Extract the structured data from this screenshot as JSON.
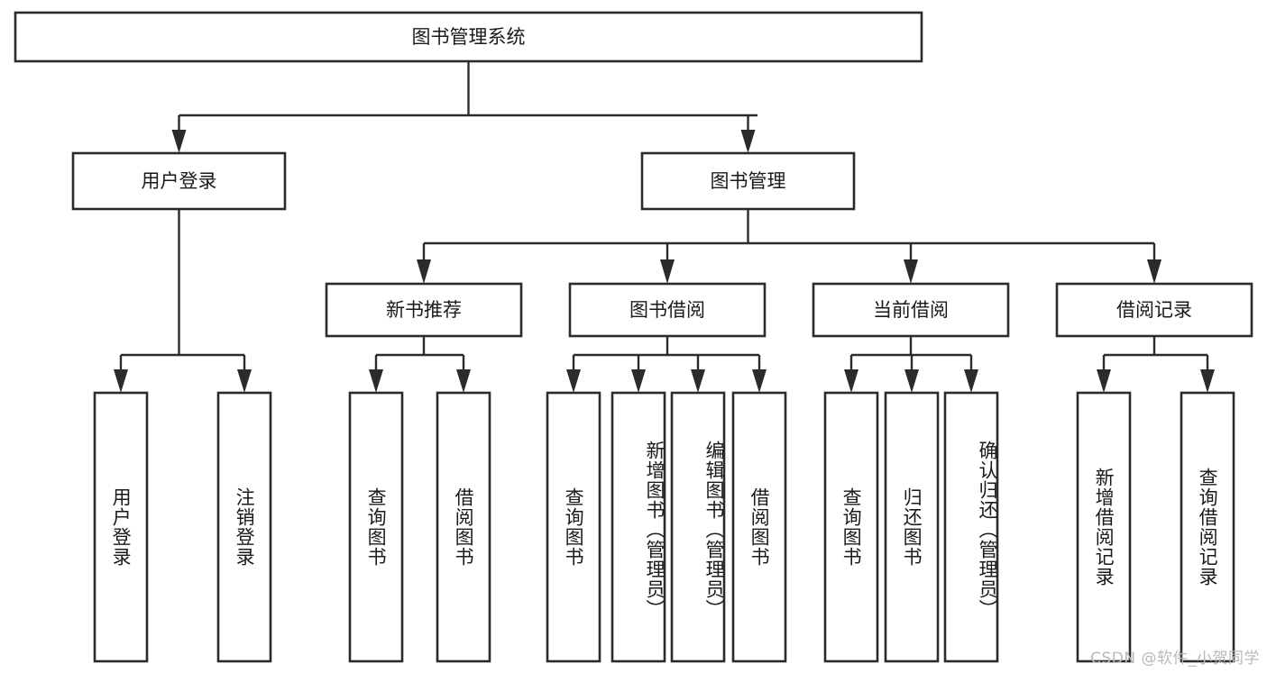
{
  "diagram": {
    "title": "图书管理系统",
    "type": "tree-hierarchy-diagram",
    "colors": {
      "box_stroke": "#2b2b2b",
      "box_fill": "#ffffff",
      "text": "#1a1a1a",
      "background": "#ffffff",
      "watermark": "#b9b9b9"
    },
    "root": {
      "label": "图书管理系统"
    },
    "level2": [
      {
        "label": "用户登录"
      },
      {
        "label": "图书管理"
      }
    ],
    "level3": [
      {
        "label": "新书推荐"
      },
      {
        "label": "图书借阅"
      },
      {
        "label": "当前借阅"
      },
      {
        "label": "借阅记录"
      }
    ],
    "leaves": {
      "user_login": [
        {
          "label": "用户登录"
        },
        {
          "label": "注销登录"
        }
      ],
      "new_book": [
        {
          "label": "查询图书"
        },
        {
          "label": "借阅图书"
        }
      ],
      "book_borrow": [
        {
          "label": "查询图书"
        },
        {
          "label": "新增图书（管理员）"
        },
        {
          "label": "编辑图书（管理员）"
        },
        {
          "label": "借阅图书"
        }
      ],
      "current_borrow": [
        {
          "label": "查询图书"
        },
        {
          "label": "归还图书"
        },
        {
          "label": "确认归还（管理员）"
        }
      ],
      "borrow_record": [
        {
          "label": "新增借阅记录"
        },
        {
          "label": "查询借阅记录"
        }
      ]
    }
  },
  "watermark": {
    "text": "CSDN @软件_小贺同学"
  }
}
